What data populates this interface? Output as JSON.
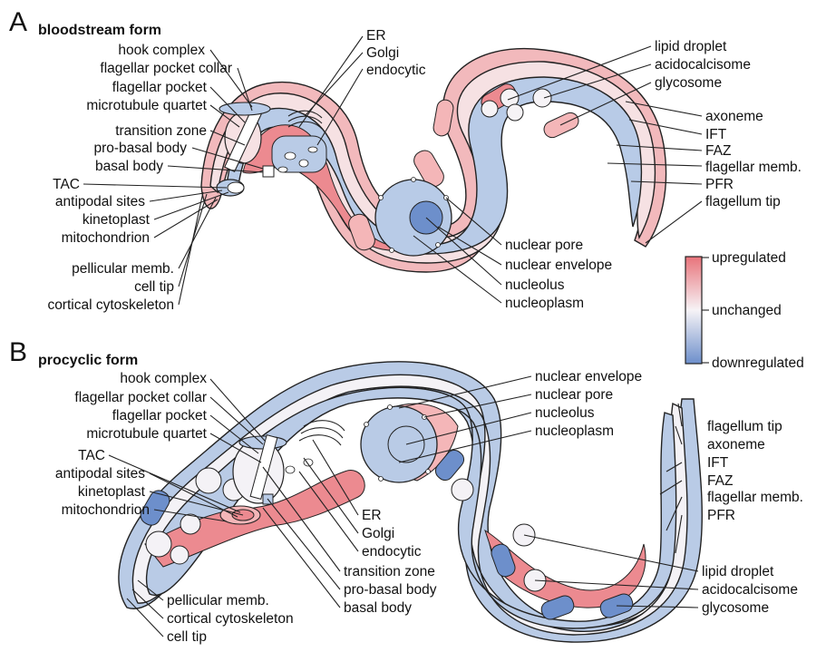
{
  "colors": {
    "upregulated": "#e8737a",
    "up_mid": "#f4b6b8",
    "unchanged": "#f6f3f6",
    "down_mid": "#b9cbe6",
    "downregulated": "#6d8fcb",
    "outline": "#222222"
  },
  "legend": {
    "upregulated": "upregulated",
    "unchanged": "unchanged",
    "downregulated": "downregulated"
  },
  "panelA": {
    "letter": "A",
    "title": "bloodstream form",
    "labels_left": [
      "hook complex",
      "flagellar pocket collar",
      "flagellar pocket",
      "microtubule quartet",
      "transition zone",
      "pro-basal body",
      "basal body",
      "TAC",
      "antipodal sites",
      "kinetoplast",
      "mitochondrion"
    ],
    "labels_bottom_left": [
      "pellicular memb.",
      "cell tip",
      "cortical cytoskeleton"
    ],
    "labels_top": [
      "ER",
      "Golgi",
      "endocytic"
    ],
    "labels_right_top": [
      "lipid droplet",
      "acidocalcisome",
      "glycosome"
    ],
    "labels_right": [
      "axoneme",
      "IFT",
      "FAZ",
      "flagellar memb.",
      "PFR",
      "flagellum tip"
    ],
    "labels_nucleus": [
      "nuclear pore",
      "nuclear envelope",
      "nucleolus",
      "nucleoplasm"
    ]
  },
  "panelB": {
    "letter": "B",
    "title": "procyclic form",
    "labels_left": [
      "hook complex",
      "flagellar pocket collar",
      "flagellar pocket",
      "microtubule quartet",
      "TAC",
      "antipodal sites",
      "kinetoplast",
      "mitochondrion"
    ],
    "labels_bottom_left": [
      "pellicular memb.",
      "cortical cytoskeleton",
      "cell tip"
    ],
    "labels_nucleus": [
      "nuclear envelope",
      "nuclear pore",
      "nucleolus",
      "nucleoplasm"
    ],
    "labels_middle": [
      "ER",
      "Golgi",
      "endocytic",
      "transition zone",
      "pro-basal body",
      "basal body"
    ],
    "labels_right": [
      "flagellum tip",
      "axoneme",
      "IFT",
      "FAZ",
      "flagellar memb.",
      "PFR"
    ],
    "labels_bottom_right": [
      "lipid droplet",
      "acidocalcisome",
      "glycosome"
    ]
  }
}
